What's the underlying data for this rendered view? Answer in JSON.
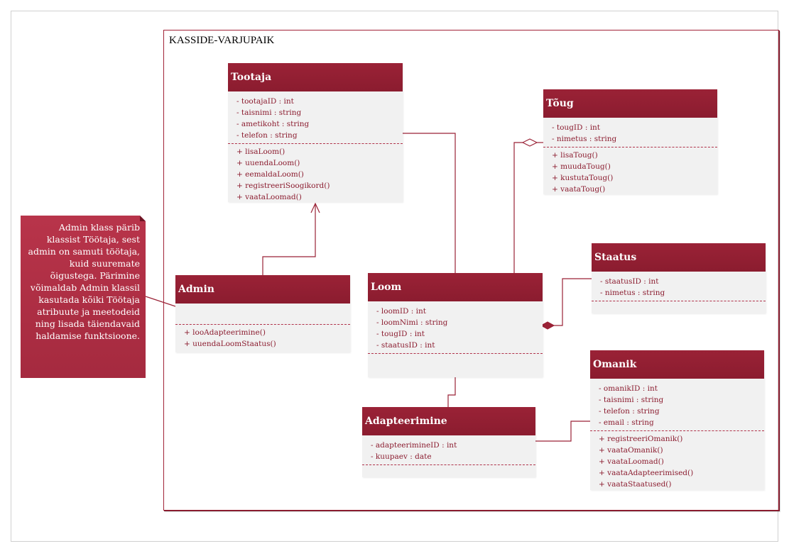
{
  "package": {
    "title": "KASSIDE-VARJUPAIK"
  },
  "note": {
    "text": "Admin klass pärib klassist Töötaja, sest admin on samuti töötaja, kuid suuremate õigustega. Pärimine võimaldab Admin klassil kasutada kõiki Töötaja atribuute ja meetodeid ning lisada täiendavaid haldamise funktsioone."
  },
  "classes": {
    "tootaja": {
      "name": "Tootaja",
      "attributes": [
        "- tootajaID : int",
        "- taisnimi : string",
        "- ametikoht : string",
        "- telefon : string"
      ],
      "methods": [
        "+ lisaLoom()",
        "+ uuendaLoom()",
        "+ eemaldaLoom()",
        "+ registreeriSoogikord()",
        "+ vaataLoomad()"
      ]
    },
    "toug": {
      "name": "Tõug",
      "attributes": [
        "- tougID : int",
        "- nimetus : string"
      ],
      "methods": [
        "+ lisaToug()",
        "+ muudaToug()",
        "+ kustutaToug()",
        "+ vaataToug()"
      ]
    },
    "staatus": {
      "name": "Staatus",
      "attributes": [
        "- staatusID : int",
        "- nimetus : string"
      ],
      "methods": []
    },
    "admin": {
      "name": "Admin",
      "attributes": [],
      "methods": [
        "+ looAdapteerimine()",
        "+ uuendaLoomStaatus()"
      ]
    },
    "loom": {
      "name": "Loom",
      "attributes": [
        "- loomID : int",
        "- loomNimi : string",
        "- tougID : int",
        "- staatusID : int"
      ],
      "methods": []
    },
    "omanik": {
      "name": "Omanik",
      "attributes": [
        "- omanikID : int",
        "- taisnimi : string",
        "- telefon : string",
        "- email : string"
      ],
      "methods": [
        "+ registreeriOmanik()",
        "+ vaataOmanik()",
        "+ vaataLoomad()",
        "+ vaataAdapteerimised()",
        "+ vaataStaatused()"
      ]
    },
    "adapteerimine": {
      "name": "Adapteerimine",
      "attributes": [
        "- adapteerimineID : int",
        "- kuupaev : date"
      ],
      "methods": []
    }
  },
  "colors": {
    "header": "#8b1c2f",
    "member_text": "#8b1c2f",
    "body": "#f1f1f1",
    "connector": "#9a2236"
  }
}
